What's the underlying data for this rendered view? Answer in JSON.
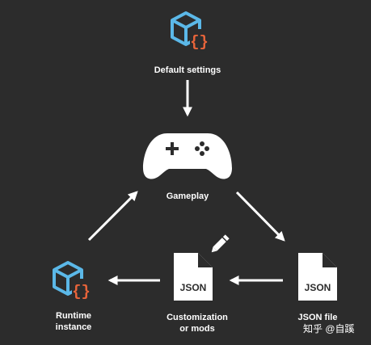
{
  "nodes": {
    "default_settings": {
      "label": "Default settings"
    },
    "gameplay": {
      "label": "Gameplay"
    },
    "json_file": {
      "label": "JSON file",
      "doc_text": "JSON"
    },
    "customization": {
      "label_line1": "Customization",
      "label_line2": "or mods",
      "doc_text": "JSON"
    },
    "runtime_instance": {
      "label_line1": "Runtime",
      "label_line2": "instance"
    }
  },
  "icons": {
    "box_code": "box-with-code-braces-icon",
    "gamepad": "gamepad-icon",
    "json_doc": "json-document-icon",
    "pencil": "pencil-icon"
  },
  "colors": {
    "background": "#2c2c2c",
    "box_outline": "#5bb8e8",
    "code_accent": "#e8643a",
    "foreground": "#ffffff"
  },
  "watermark": {
    "text": "知乎 @自蹊"
  }
}
